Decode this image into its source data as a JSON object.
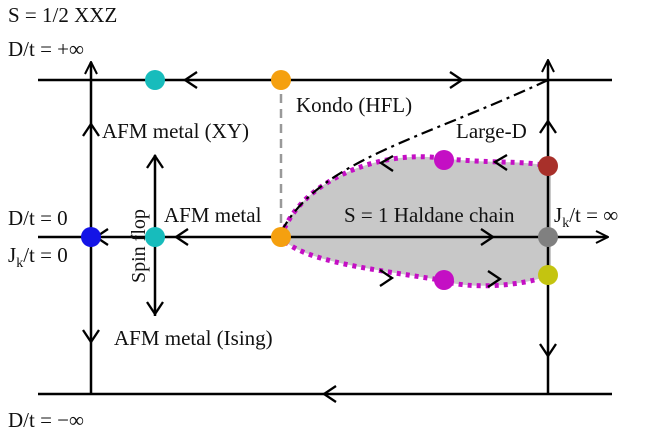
{
  "labels": {
    "top_spin": "S = 1/2 XXZ",
    "top_d": "D/t = +∞",
    "left_d": "D/t = 0",
    "left_j": "J",
    "left_j_sub": "k",
    "left_j_rest": "/t = 0",
    "bottom_d": "D/t = −∞",
    "right_j": "J",
    "right_j_sub": "k",
    "right_j_rest": "/t = ∞",
    "kondo": "Kondo (HFL)",
    "afm_xy": "AFM metal (XY)",
    "afm_metal": "AFM metal",
    "afm_ising": "AFM metal (Ising)",
    "spin_flop": "Spin flop",
    "haldane": "S = 1 Haldane chain",
    "large_d": "Large-D"
  },
  "colors": {
    "blue": "#1414e6",
    "cyan": "#17bcbc",
    "orange": "#f5a00f",
    "magenta": "#c40fc4",
    "darkred": "#a8302a",
    "gray": "#808080",
    "olive": "#c4c410",
    "haldane_fill": "#c8c8c8",
    "dashed_line": "#999999"
  }
}
